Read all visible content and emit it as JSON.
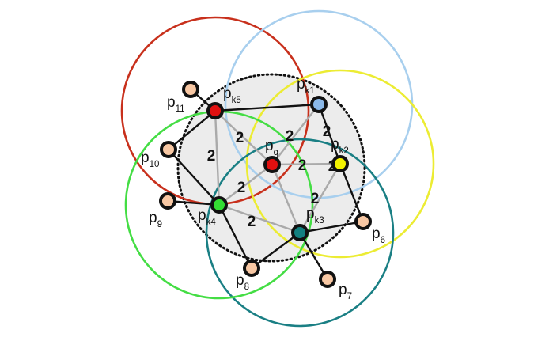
{
  "nodes": [
    {
      "id": "pq",
      "base": "p",
      "sub": "q",
      "color": "#e01010"
    },
    {
      "id": "pk1",
      "base": "p",
      "sub": "k1",
      "color": "#8ab8e8"
    },
    {
      "id": "pk2",
      "base": "p",
      "sub": "k2",
      "color": "#f2f200"
    },
    {
      "id": "pk3",
      "base": "p",
      "sub": "k3",
      "color": "#138080"
    },
    {
      "id": "pk4",
      "base": "p",
      "sub": "k4",
      "color": "#33dd33"
    },
    {
      "id": "pk5",
      "base": "p",
      "sub": "k5",
      "color": "#e01010"
    },
    {
      "id": "p6",
      "base": "p",
      "sub": "6",
      "color": "#f8c8a4"
    },
    {
      "id": "p7",
      "base": "p",
      "sub": "7",
      "color": "#f8c8a4"
    },
    {
      "id": "p8",
      "base": "p",
      "sub": "8",
      "color": "#f8c8a4"
    },
    {
      "id": "p9",
      "base": "p",
      "sub": "9",
      "color": "#f8c8a4"
    },
    {
      "id": "p10",
      "base": "p",
      "sub": "10",
      "color": "#f8c8a4"
    },
    {
      "id": "p11",
      "base": "p",
      "sub": "11",
      "color": "#f8c8a4"
    }
  ],
  "circles": [
    {
      "center": "pk5",
      "color": "#c8301c"
    },
    {
      "center": "pk1",
      "color": "#a8cfee"
    },
    {
      "center": "pk2",
      "color": "#ecec33"
    },
    {
      "center": "pk3",
      "color": "#1a7f84"
    },
    {
      "center": "pk4",
      "color": "#44dd44"
    }
  ],
  "query_region": {
    "fill": "#ececec",
    "stroke": "#111111"
  },
  "black_edges": [
    [
      "pk5",
      "pk1"
    ],
    [
      "pk5",
      "p11"
    ],
    [
      "pk5",
      "p10"
    ],
    [
      "p10",
      "pk4"
    ],
    [
      "pk4",
      "p9"
    ],
    [
      "pk4",
      "p8"
    ],
    [
      "p8",
      "pk3"
    ],
    [
      "pk3",
      "p6"
    ],
    [
      "pk3",
      "p7"
    ],
    [
      "p6",
      "pk2"
    ],
    [
      "pk2",
      "pk1"
    ]
  ],
  "gray_edges": [
    [
      "pk5",
      "pk4"
    ],
    [
      "pk5",
      "pq"
    ],
    [
      "pk1",
      "pq"
    ],
    [
      "pq",
      "pk2"
    ],
    [
      "pq",
      "pk4"
    ],
    [
      "pq",
      "pk3"
    ],
    [
      "pk2",
      "pk3"
    ],
    [
      "pk4",
      "pk3"
    ]
  ],
  "edge_weight": "2",
  "edge_colors": {
    "black": "#111111",
    "gray": "#aaaaaa"
  }
}
